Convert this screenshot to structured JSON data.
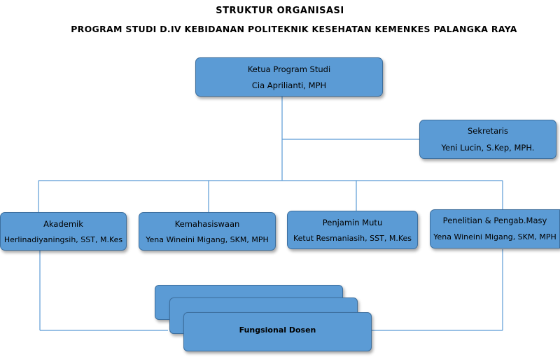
{
  "title": "STRUKTUR ORGANISASI",
  "subtitle": "PROGRAM STUDI D.IV KEBIDANAN POLITEKNIK KESEHATAN KEMENKES PALANGKA RAYA",
  "colors": {
    "box_fill": "#5b9bd5",
    "box_border": "#3d6f9e",
    "connector": "#5b9bd5"
  },
  "nodes": {
    "ketua": {
      "role": "Ketua Program Studi",
      "name": "Cia Aprilianti, MPH"
    },
    "sekretaris": {
      "role": "Sekretaris",
      "name": "Yeni Lucin, S.Kep, MPH."
    },
    "akademik": {
      "role": "Akademik",
      "name": "Herlinadiyaningsih, SST, M.Kes"
    },
    "kemahasiswaan": {
      "role": "Kemahasiswaan",
      "name": "Yena Wineini Migang, SKM, MPH"
    },
    "penjamin_mutu": {
      "role": "Penjamin Mutu",
      "name": "Ketut Resmaniasih, SST, M.Kes"
    },
    "penelitian": {
      "role": "Penelitian & Pengab.Masy",
      "name": "Yena Wineini Migang, SKM, MPH"
    },
    "fungsional": {
      "label": "Fungsional Dosen"
    }
  }
}
